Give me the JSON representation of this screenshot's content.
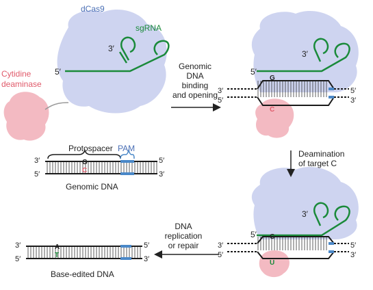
{
  "labels": {
    "dcas9": "dCas9",
    "sgrna": "sgRNA",
    "cytidine_deaminase_line1": "Cytidine",
    "cytidine_deaminase_line2": "deaminase",
    "three_prime": "3′",
    "five_prime": "5′",
    "protospacer": "Protospacer",
    "pam": "PAM",
    "genomic_dna": "Genomic DNA",
    "base_edited_dna": "Base-edited DNA",
    "step1": [
      "Genomic",
      "DNA",
      "binding",
      "and opening"
    ],
    "step2": [
      "Deamination",
      "of target C"
    ],
    "step3": [
      "DNA",
      "replication",
      "or repair"
    ],
    "nucleotides": {
      "g": "G",
      "c": "C",
      "u": "U",
      "a": "A",
      "t": "T"
    }
  },
  "colors": {
    "dcas9": "#c9cfee",
    "sgrna": "#1a8a3a",
    "deaminase": "#f2b3bb",
    "pam": "#4a88c8",
    "dna": "#1a1a1a"
  }
}
